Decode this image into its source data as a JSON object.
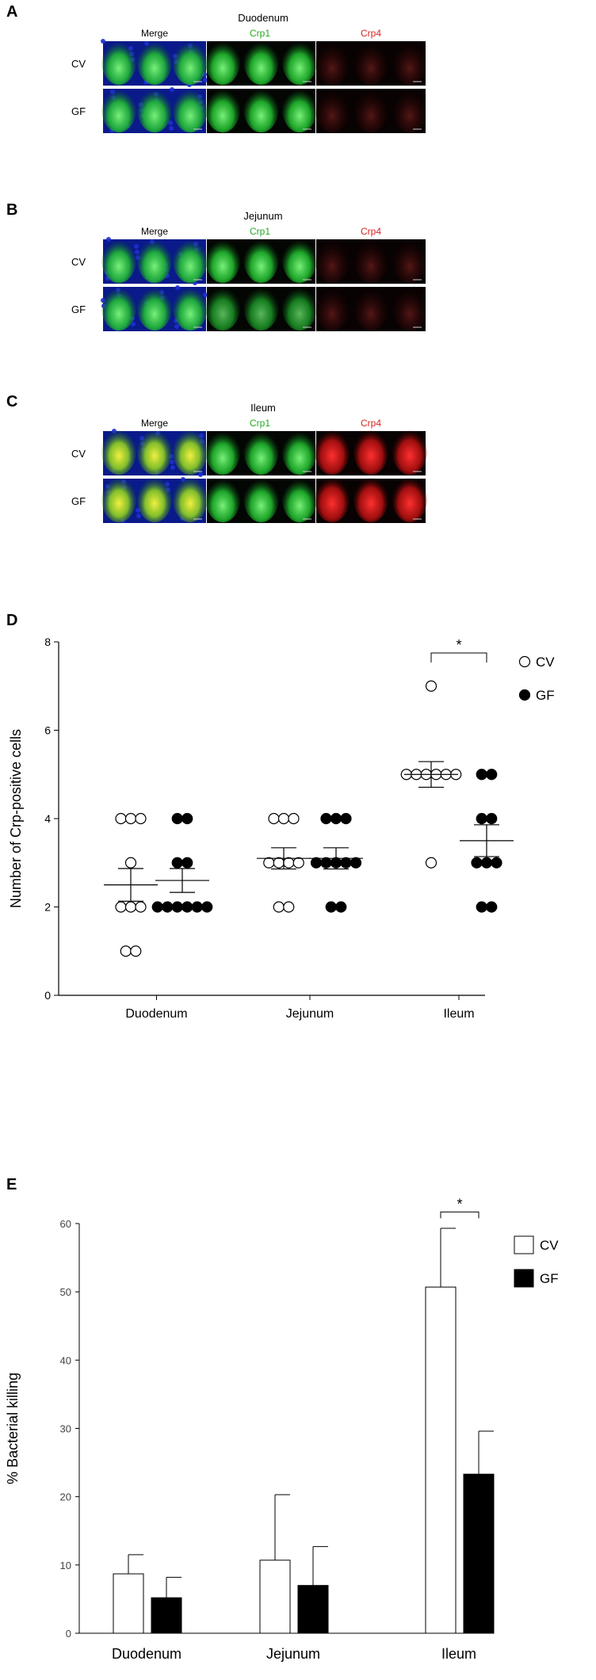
{
  "panels": {
    "A": "A",
    "B": "B",
    "C": "C",
    "D": "D",
    "E": "E"
  },
  "micrographs": [
    {
      "letter": "A",
      "region": "Duodenum",
      "columns": [
        "Merge",
        "Crp1",
        "Crp4"
      ],
      "rows": [
        "CV",
        "GF"
      ]
    },
    {
      "letter": "B",
      "region": "Jejunum",
      "columns": [
        "Merge",
        "Crp1",
        "Crp4"
      ],
      "rows": [
        "CV",
        "GF"
      ]
    },
    {
      "letter": "C",
      "region": "Ileum",
      "columns": [
        "Merge",
        "Crp1",
        "Crp4"
      ],
      "rows": [
        "CV",
        "GF"
      ]
    }
  ],
  "colors": {
    "merge_label": "#000000",
    "crp1_label": "#22aa22",
    "crp4_label": "#dd2222",
    "tissue_blue": "#1e2fd0",
    "tissue_green": "#22c030",
    "tissue_red": "#c01818"
  },
  "chart_data": [
    {
      "type": "scatter",
      "ylabel": "Number of Crp-positive cells",
      "categories": [
        "Duodenum",
        "Jejunum",
        "Ileum"
      ],
      "ylim": [
        0,
        8
      ],
      "yticks": [
        0,
        2,
        4,
        6,
        8
      ],
      "legend_placement": "top-right",
      "series": [
        {
          "name": "CV",
          "marker": "open-circle",
          "points": [
            [
              4,
              4,
              4,
              3,
              2,
              2,
              2,
              1,
              1
            ],
            [
              4,
              4,
              4,
              3,
              3,
              3,
              3,
              2,
              2
            ],
            [
              7,
              5,
              5,
              5,
              5,
              5,
              5,
              3
            ]
          ],
          "mean": [
            2.5,
            3.1,
            5.0
          ],
          "sem": [
            0.37,
            0.24,
            0.29
          ]
        },
        {
          "name": "GF",
          "marker": "filled-circle",
          "points": [
            [
              4,
              4,
              3,
              3,
              2,
              2,
              2,
              2,
              2,
              2
            ],
            [
              4,
              4,
              4,
              3,
              3,
              3,
              3,
              3,
              2,
              2
            ],
            [
              5,
              5,
              4,
              4,
              3,
              3,
              3,
              2,
              2
            ]
          ],
          "mean": [
            2.6,
            3.1,
            3.5
          ],
          "sem": [
            0.27,
            0.24,
            0.36
          ]
        }
      ],
      "annotations": [
        {
          "text": "*",
          "group": "Ileum"
        }
      ]
    },
    {
      "type": "bar",
      "ylabel": "% Bacterial killing",
      "categories": [
        "Duodenum",
        "Jejunum",
        "Ileum"
      ],
      "ylim": [
        0,
        60
      ],
      "yticks": [
        0,
        10,
        20,
        30,
        40,
        50,
        60
      ],
      "legend_placement": "top-right",
      "series": [
        {
          "name": "CV",
          "fill": "#ffffff",
          "values": [
            8.7,
            10.7,
            50.7
          ],
          "errors": [
            2.8,
            9.6,
            8.6
          ]
        },
        {
          "name": "GF",
          "fill": "#000000",
          "values": [
            5.2,
            7.0,
            23.3
          ],
          "errors": [
            3.0,
            5.7,
            6.3
          ]
        }
      ],
      "annotations": [
        {
          "text": "*",
          "group": "Ileum"
        }
      ]
    }
  ]
}
